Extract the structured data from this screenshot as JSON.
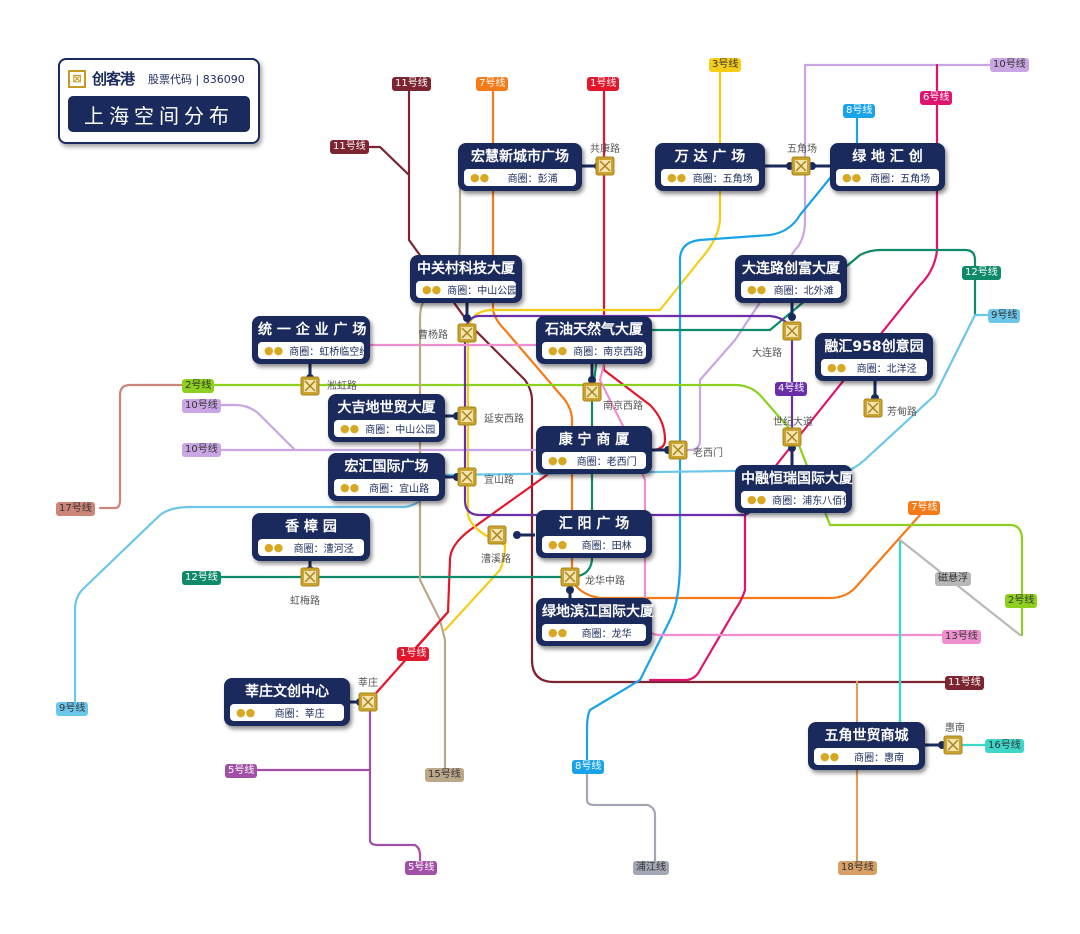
{
  "header": {
    "brand_name": "创客港",
    "stock_code_label": "股票代码 | 836090",
    "title": "上海空间分布"
  },
  "lines": {
    "l1": {
      "label": "1号线",
      "color": "#e3162b"
    },
    "l2": {
      "label": "2号线",
      "color": "#8dd01f"
    },
    "l3": {
      "label": "3号线",
      "color": "#f5cc17"
    },
    "l4": {
      "label": "4号线",
      "color": "#6a2fa8"
    },
    "l5": {
      "label": "5号线",
      "color": "#a24fa8"
    },
    "l6": {
      "label": "6号线",
      "color": "#e0146f"
    },
    "l7": {
      "label": "7号线",
      "color": "#f57a18"
    },
    "l8": {
      "label": "8号线",
      "color": "#1aa3e8"
    },
    "l9": {
      "label": "9号线",
      "color": "#6bc6ea"
    },
    "l10": {
      "label": "10号线",
      "color": "#c9a6e3"
    },
    "l11": {
      "label": "11号线",
      "color": "#7c2431"
    },
    "l12": {
      "label": "12号线",
      "color": "#0e8a6a"
    },
    "l13": {
      "label": "13号线",
      "color": "#f08fcf"
    },
    "l15": {
      "label": "15号线",
      "color": "#bba78a"
    },
    "l16": {
      "label": "16号线",
      "color": "#3dd6c9"
    },
    "l17": {
      "label": "17号线",
      "color": "#cc8578"
    },
    "l18": {
      "label": "18号线",
      "color": "#d6a066"
    },
    "pj": {
      "label": "浦江线",
      "color": "#a3a7b3"
    },
    "cxf": {
      "label": "磁悬浮",
      "color": "#b8b8b8"
    }
  },
  "line_tags": [
    {
      "line": "l11",
      "text": "11号线"
    },
    {
      "line": "l7",
      "text": "7号线"
    },
    {
      "line": "l1",
      "text": "1号线"
    },
    {
      "line": "l3",
      "text": "3号线"
    },
    {
      "line": "l10",
      "text": "10号线"
    },
    {
      "line": "l6",
      "text": "6号线"
    },
    {
      "line": "l8",
      "text": "8号线"
    },
    {
      "line": "l11",
      "text": "11号线"
    },
    {
      "line": "l12",
      "text": "12号线"
    },
    {
      "line": "l9",
      "text": "9号线"
    },
    {
      "line": "l2",
      "text": "2号线"
    },
    {
      "line": "l10",
      "text": "10号线"
    },
    {
      "line": "l10",
      "text": "10号线"
    },
    {
      "line": "l17",
      "text": "17号线"
    },
    {
      "line": "l4",
      "text": "4号线"
    },
    {
      "line": "l7",
      "text": "7号线"
    },
    {
      "line": "l12",
      "text": "12号线"
    },
    {
      "line": "cxf",
      "text": "磁悬浮"
    },
    {
      "line": "l2",
      "text": "2号线"
    },
    {
      "line": "l13",
      "text": "13号线"
    },
    {
      "line": "l1",
      "text": "1号线"
    },
    {
      "line": "l11",
      "text": "11号线"
    },
    {
      "line": "l9",
      "text": "9号线"
    },
    {
      "line": "l16",
      "text": "16号线"
    },
    {
      "line": "l5",
      "text": "5号线"
    },
    {
      "line": "l15",
      "text": "15号线"
    },
    {
      "line": "l8",
      "text": "8号线"
    },
    {
      "line": "l5",
      "text": "5号线"
    },
    {
      "line": "pj",
      "text": "浦江线"
    },
    {
      "line": "l18",
      "text": "18号线"
    }
  ],
  "stations": [
    "共康路",
    "五角场",
    "曹杨路",
    "淞虹路",
    "南京西路",
    "大连路",
    "延安西路",
    "老西门",
    "世纪大道",
    "芳甸路",
    "宜山路",
    "漕溪路",
    "虹梅路",
    "龙华中路",
    "莘庄",
    "惠南"
  ],
  "buildings": [
    {
      "name": "宏慧新城市广场",
      "district": "商圈：彭浦"
    },
    {
      "name": "万 达 广 场",
      "district": "商圈：五角场"
    },
    {
      "name": "绿 地 汇 创",
      "district": "商圈：五角场"
    },
    {
      "name": "中关村科技大厦",
      "district": "商圈：中山公园"
    },
    {
      "name": "大连路创富大厦",
      "district": "商圈：北外滩"
    },
    {
      "name": "统 一 企 业 广 场",
      "district": "商圈：虹桥临空经济园区"
    },
    {
      "name": "石油天然气大厦",
      "district": "商圈：南京西路"
    },
    {
      "name": "融汇958创意园",
      "district": "商圈：北洋泾"
    },
    {
      "name": "大吉地世贸大厦",
      "district": "商圈：中山公园"
    },
    {
      "name": "康 宁 商 厦",
      "district": "商圈：老西门"
    },
    {
      "name": "宏汇国际广场",
      "district": "商圈：宜山路"
    },
    {
      "name": "中融恒瑞国际大厦",
      "district": "商圈：浦东八佰伴"
    },
    {
      "name": "香 樟 园",
      "district": "商圈：漕河泾"
    },
    {
      "name": "汇 阳 广 场",
      "district": "商圈：田林"
    },
    {
      "name": "绿地滨江国际大厦",
      "district": "商圈：龙华"
    },
    {
      "name": "莘庄文创中心",
      "district": "商圈：莘庄"
    },
    {
      "name": "五角世贸商城",
      "district": "商圈：惠南"
    }
  ],
  "icons": {
    "station": "station-logo-icon",
    "district": "people-group-icon"
  }
}
